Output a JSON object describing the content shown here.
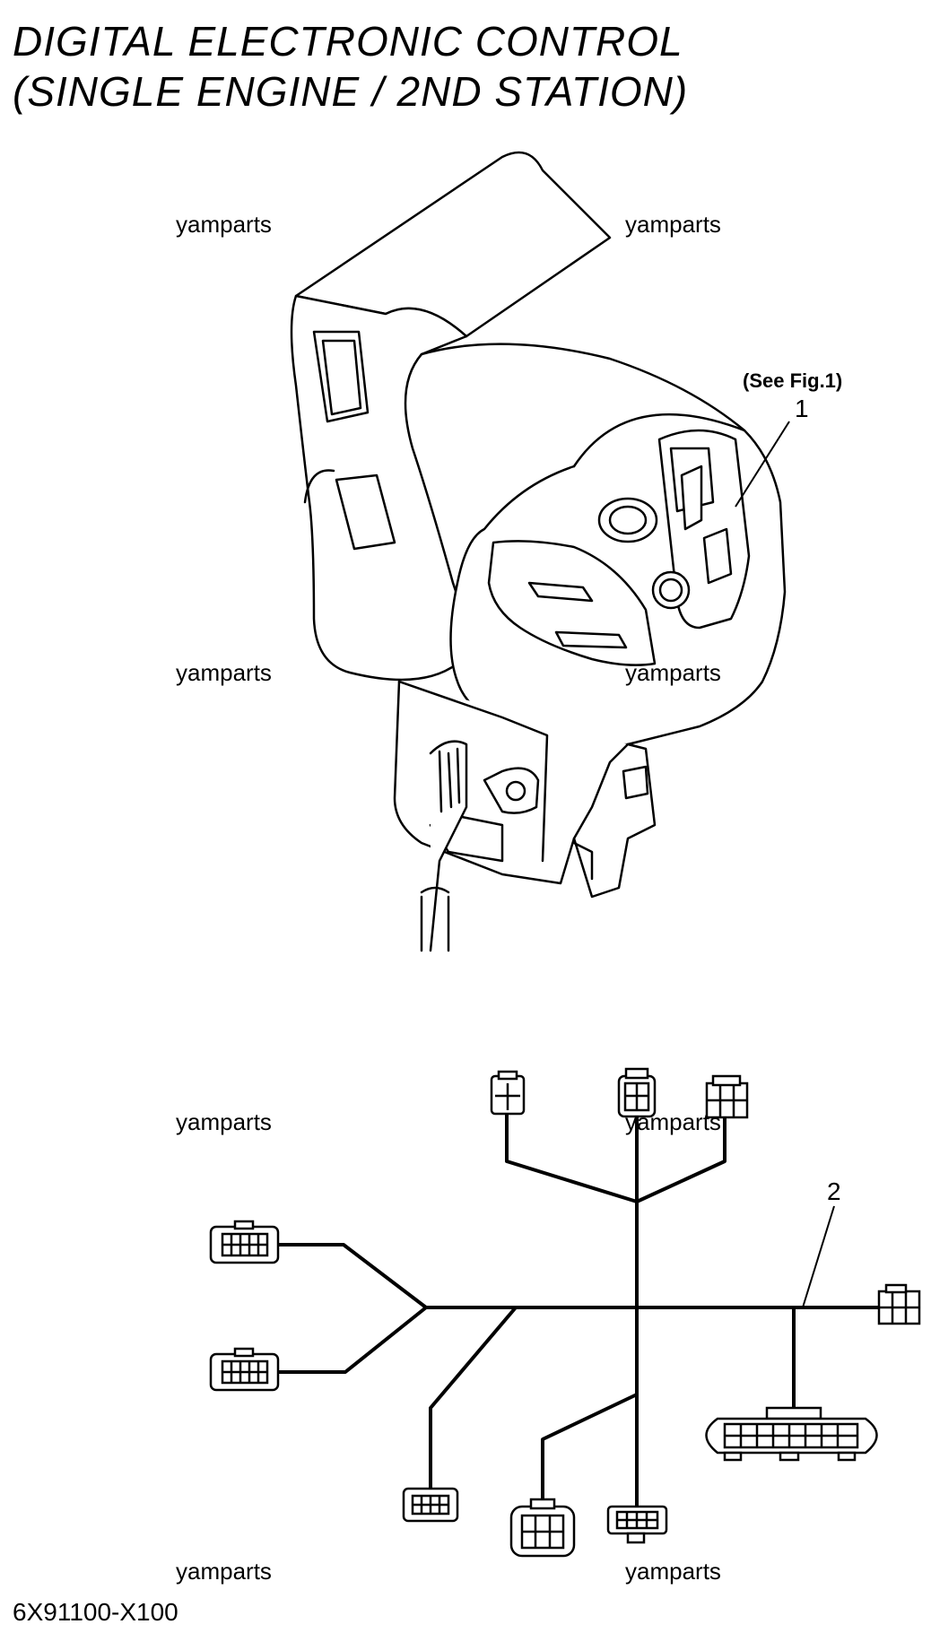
{
  "title": {
    "line1": "DIGITAL ELECTRONIC CONTROL",
    "line2": "(SINGLE ENGINE / 2ND STATION)"
  },
  "watermarks": [
    "yamparts",
    "yamparts",
    "yamparts",
    "yamparts",
    "yamparts",
    "yamparts",
    "yamparts",
    "yamparts"
  ],
  "callouts": {
    "control_lever": {
      "number": "1",
      "note": "(See Fig.1)"
    },
    "wire_harness": {
      "number": "2"
    }
  },
  "diagram_code": "6X91100-X100"
}
